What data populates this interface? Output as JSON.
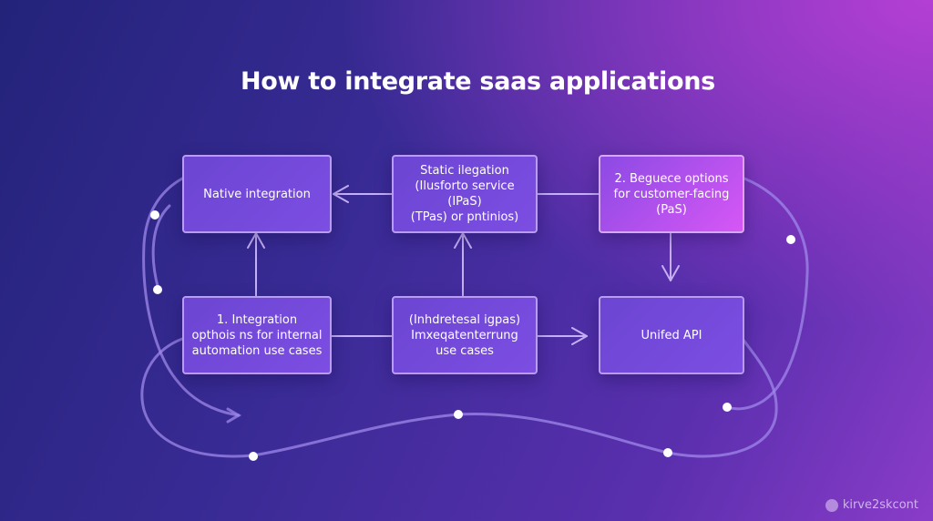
{
  "title": "How to integrate saas applications",
  "boxes": {
    "native": "Native integration",
    "static": "Static ilegation\n(Ilusforto service (IPaS)\n(TPas) or pntinios)",
    "sequence": "2. Beguece options\nfor customer-facing\n(PaS)",
    "internal": "1. Integration\nopthois ns for internal\nautomation use cases",
    "middle": "(Inhdretesal igpas)\nImxeqatenterrung\nuse cases",
    "unified": "Unifed API"
  },
  "watermark": "kirve2skcont",
  "colors": {
    "box_fill": "#7049d8",
    "box_border": "#b99cf2",
    "highlight_fill": "#c653f0",
    "connector": "#c6b0f5",
    "node": "#ffffff"
  }
}
